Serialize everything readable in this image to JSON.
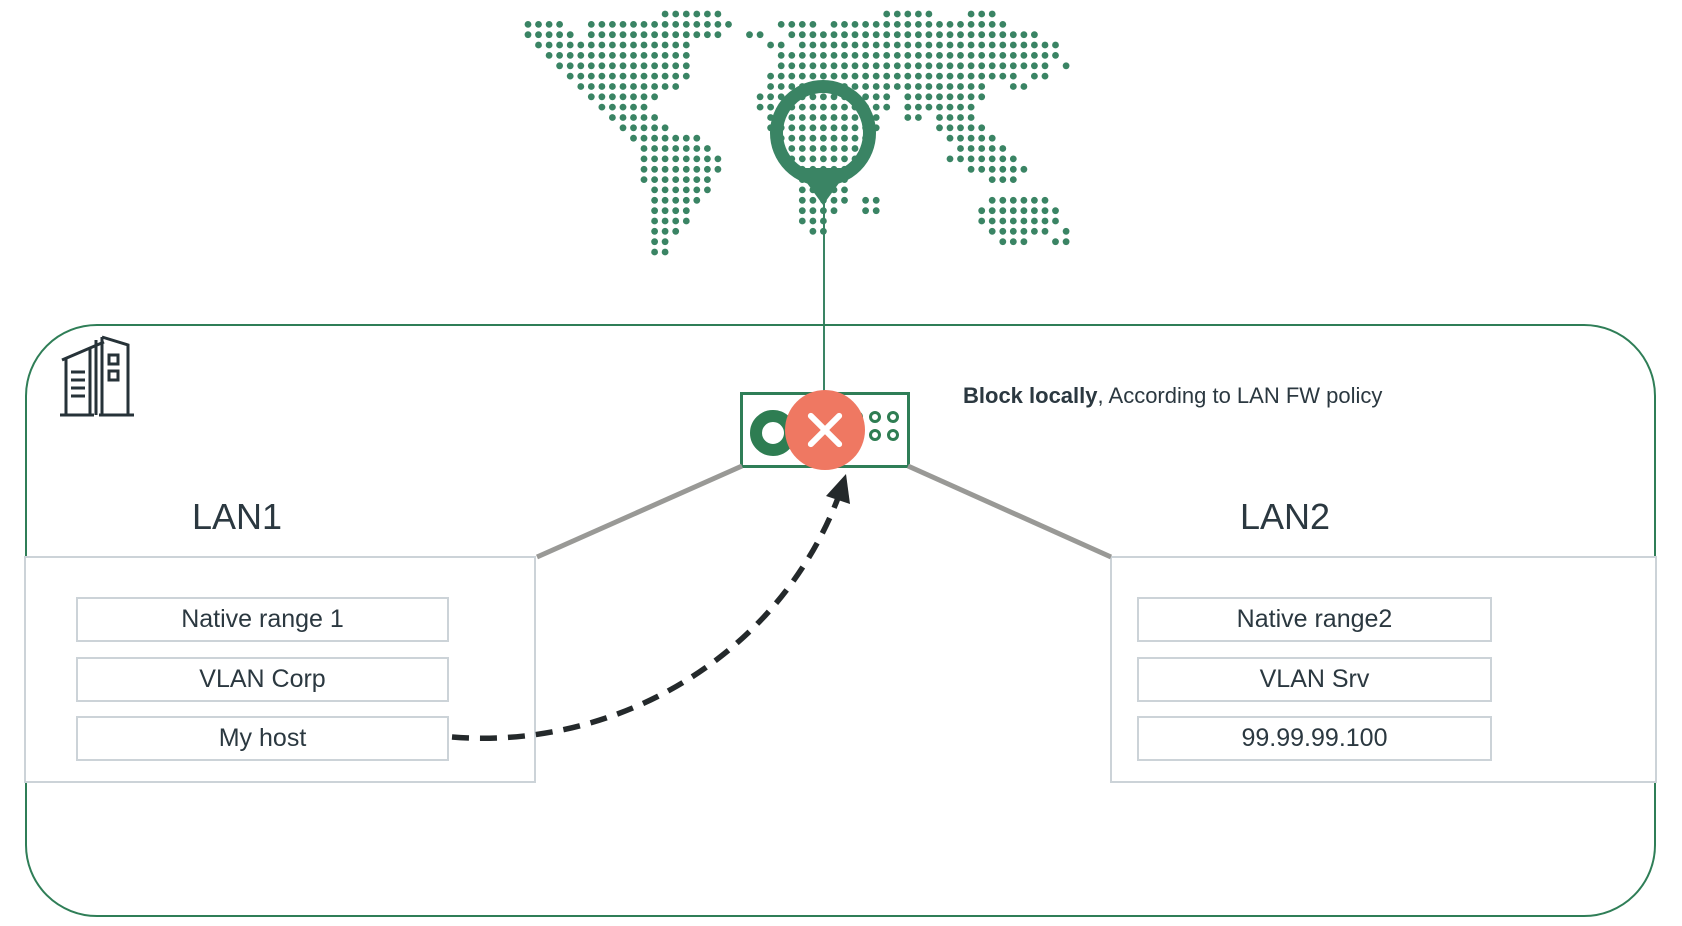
{
  "colors": {
    "green": "#3a8464",
    "green-border": "#2f7e57",
    "green-deep": "#2e7d52",
    "red": "#ef7862",
    "ink": "#2b3840",
    "box-border": "#ccd3d8",
    "connector-gray": "#999996",
    "arrow-dark": "#24292b"
  },
  "map": {
    "icon": "dotted-world-map",
    "pin": "location-pin"
  },
  "site": {
    "icon": "office-buildings"
  },
  "firewall": {
    "icon": "firewall-appliance",
    "status_icon": "blocked-x",
    "annotation": {
      "bold": "Block locally",
      "rest": ", According to LAN FW policy"
    }
  },
  "lan1": {
    "title": "LAN1",
    "items": [
      "Native range 1",
      "VLAN Corp",
      "My host"
    ]
  },
  "lan2": {
    "title": "LAN2",
    "items": [
      "Native range2",
      "VLAN Srv",
      "99.99.99.100"
    ]
  },
  "flow": {
    "arrow": "blocked-traffic-from-my-host-to-firewall"
  }
}
